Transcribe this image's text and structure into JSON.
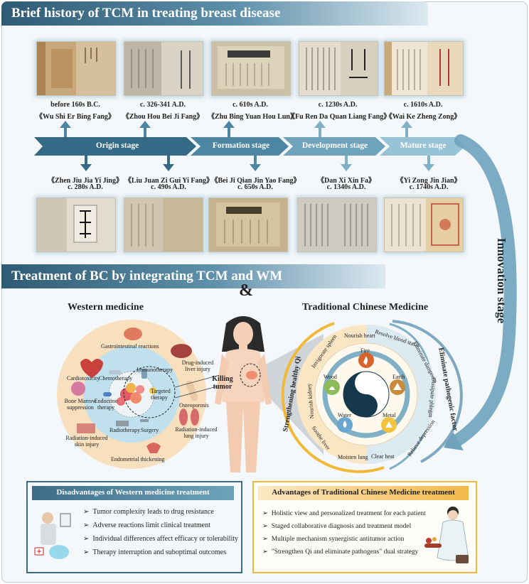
{
  "history": {
    "title": "Brief history of TCM in treating breast disease",
    "top_texts": [
      {
        "date": "before 160s B.C.",
        "name": "《Wu Shi Er Bing Fang》"
      },
      {
        "date": "c. 326-341 A.D.",
        "name": "《Zhou Hou Bei Ji Fang》"
      },
      {
        "date": "c. 610s A.D.",
        "name": "《Zhu Bing Yuan Hou Lun》"
      },
      {
        "date": "c. 1230s A.D.",
        "name": "《Fu Ren Da Quan Liang Fang》"
      },
      {
        "date": "c. 1610s A.D.",
        "name": "《Wai Ke Zheng Zong》"
      }
    ],
    "bottom_texts": [
      {
        "name": "《Zhen Jiu Jia Yi Jing》",
        "date": "c. 280s A.D."
      },
      {
        "name": "《Liu Juan Zi Gui Yi Fang》",
        "date": "c. 490s A.D."
      },
      {
        "name": "《Bei Ji Qian Jin Yao Fang》",
        "date": "c. 650s A.D."
      },
      {
        "name": "《Dan Xi Xin Fa》",
        "date": "c. 1340s A.D."
      },
      {
        "name": "《Yi Zong Jin Jian》",
        "date": "c. 1740s A.D."
      }
    ],
    "stages": [
      "Origin stage",
      "Formation stage",
      "Development stage",
      "Mature stage"
    ],
    "innovation_stage": "Innovation stage",
    "colors": {
      "origin": "#356a86",
      "formation": "#4c86a2",
      "development": "#6fa3bc",
      "mature": "#98c3d6"
    }
  },
  "treatment": {
    "title": "Treatment of BC by integrating TCM and WM",
    "western": {
      "title": "Western medicine",
      "inner_therapies": [
        "Chemotherapy",
        "Immunotherapy",
        "Targeted therapy",
        "Endocrine therapy",
        "Radiotherapy",
        "Surgery"
      ],
      "side_effects": [
        "Gastrointestinal reactions",
        "Drug-induced liver injury",
        "Cardiotoxicity",
        "Osteoporosis",
        "Bone Marrow suppression",
        "Radiation-induced lung injury",
        "Radiation-induced skin injury",
        "Endometrial thickening"
      ]
    },
    "ampersand": "&",
    "killing_tumor": "Killing tumor",
    "tcm": {
      "title": "Traditional Chinese Medicine",
      "strengthening": "Strengthening healthy Qi",
      "eliminate": "Eliminate pathogenic factor",
      "left_items": [
        "Nourish heart",
        "Invigorate spleen",
        "Nourish kidney",
        "Soothe liver",
        "Moisten lung"
      ],
      "right_items": [
        "Resolve blood stasis",
        "Eliminate dampness",
        "Dissipate phlegm",
        "Relieve depression",
        "Clear heat"
      ],
      "elements": [
        "Fire",
        "Earth",
        "Metal",
        "Water",
        "Wood"
      ]
    },
    "disadvantages": {
      "title": "Disadvantages of Western medicine treatment",
      "items": [
        "Tumor complexity leads to drug resistance",
        "Adverse reactions limit clinical treatment",
        "Individual differences affect efficacy or tolerability",
        "Therapy interruption and suboptimal outcomes"
      ]
    },
    "advantages": {
      "title": "Advantages of Traditional Chinese Medicine treatment",
      "items": [
        "Holistic view and personalized treatment for each patient",
        "Staged collaborative diagnosis and treatment model",
        "Multiple mechanism synergistic antitumor action",
        "\"Strengthen Qi and eliminate pathogens\" dual strategy"
      ]
    },
    "bullet_mark": "➢"
  }
}
